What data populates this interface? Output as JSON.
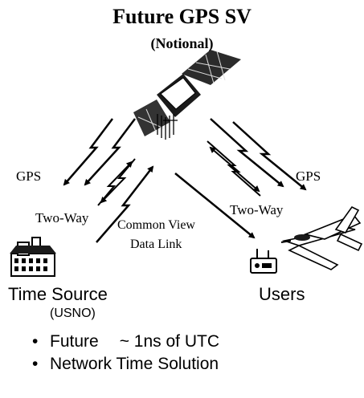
{
  "title": "Future GPS SV",
  "subtitle": "(Notional)",
  "links": {
    "gps_left": "GPS",
    "gps_right": "GPS",
    "two_way_left": "Two-Way",
    "two_way_right": "Two-Way",
    "common_view_line1": "Common View",
    "common_view_line2": "Data Link"
  },
  "nodes": {
    "time_source": "Time Source",
    "time_source_sub": "(USNO)",
    "users": "Users"
  },
  "bullets": [
    {
      "label": "Future",
      "detail": "~ 1ns of UTC"
    },
    {
      "label": "Network Time Solution",
      "detail": ""
    }
  ]
}
